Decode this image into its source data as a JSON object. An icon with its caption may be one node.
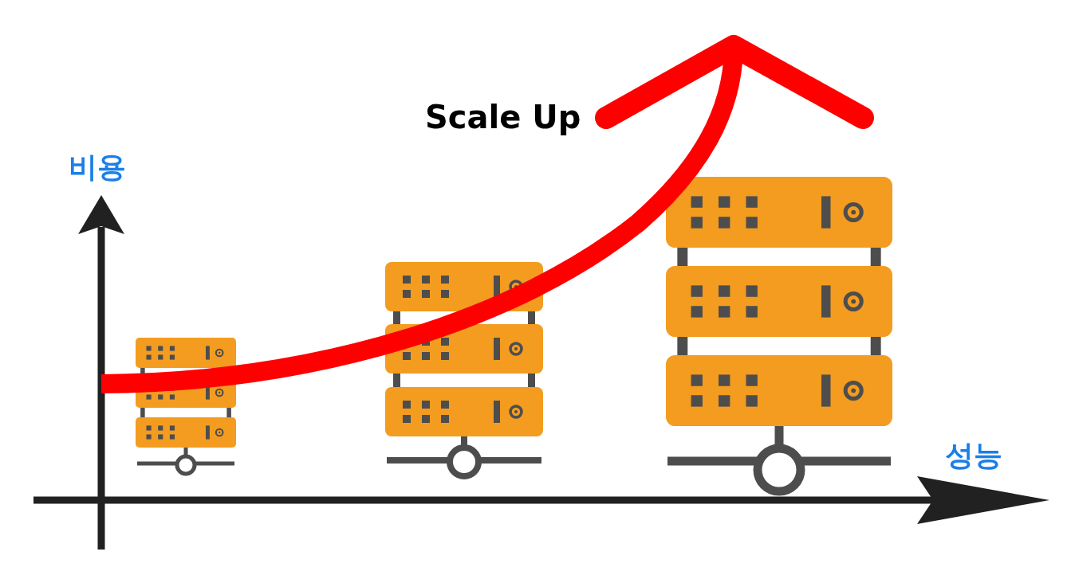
{
  "diagram": {
    "labels": [
      "Scale Up",
      "비용",
      "성능"
    ]
  }
}
